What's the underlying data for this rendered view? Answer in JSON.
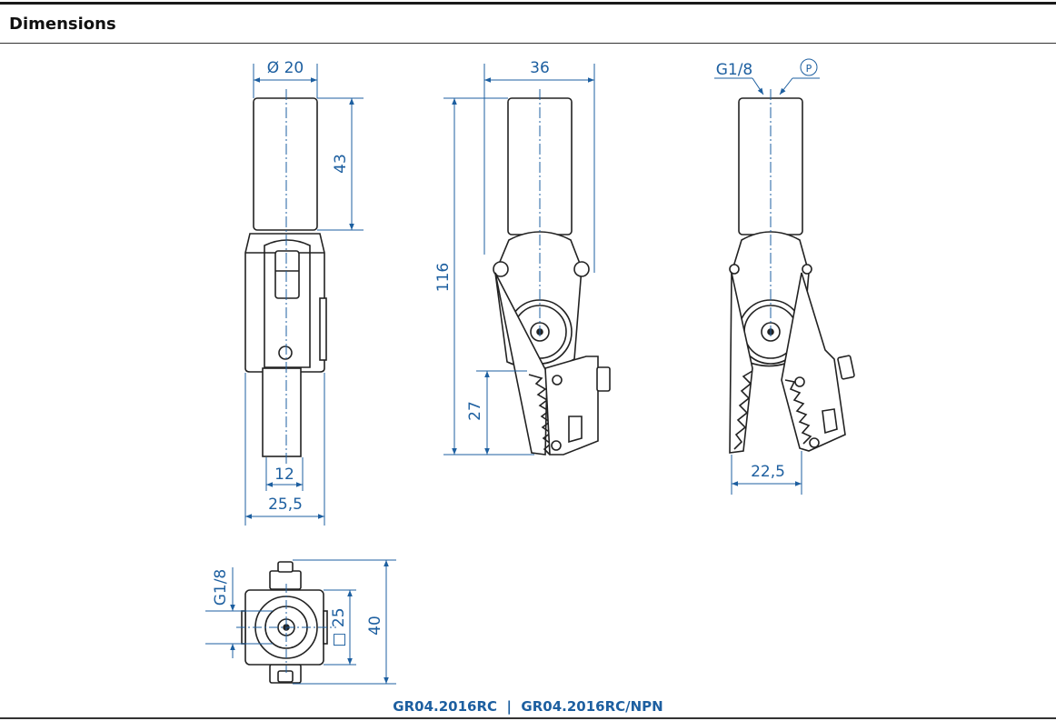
{
  "header": {
    "title": "Dimensions"
  },
  "colors": {
    "dimension": "#1d5fa0",
    "part_outline": "#222222",
    "part_fill": "#ffffff"
  },
  "front_view": {
    "diameter": "Ø 20",
    "stem_length": "43",
    "pin_width": "12",
    "body_width": "25,5"
  },
  "side_view": {
    "width": "36",
    "total_height": "116",
    "jaw_length": "27"
  },
  "open_view": {
    "thread": "G1/8",
    "port_symbol": "P",
    "jaw_opening": "22,5"
  },
  "top_view": {
    "thread": "G1/8",
    "square": "□ 25",
    "height": "40"
  },
  "footer": {
    "model_1": "GR04.2016RC",
    "separator": "|",
    "model_2": "GR04.2016RC/NPN"
  }
}
